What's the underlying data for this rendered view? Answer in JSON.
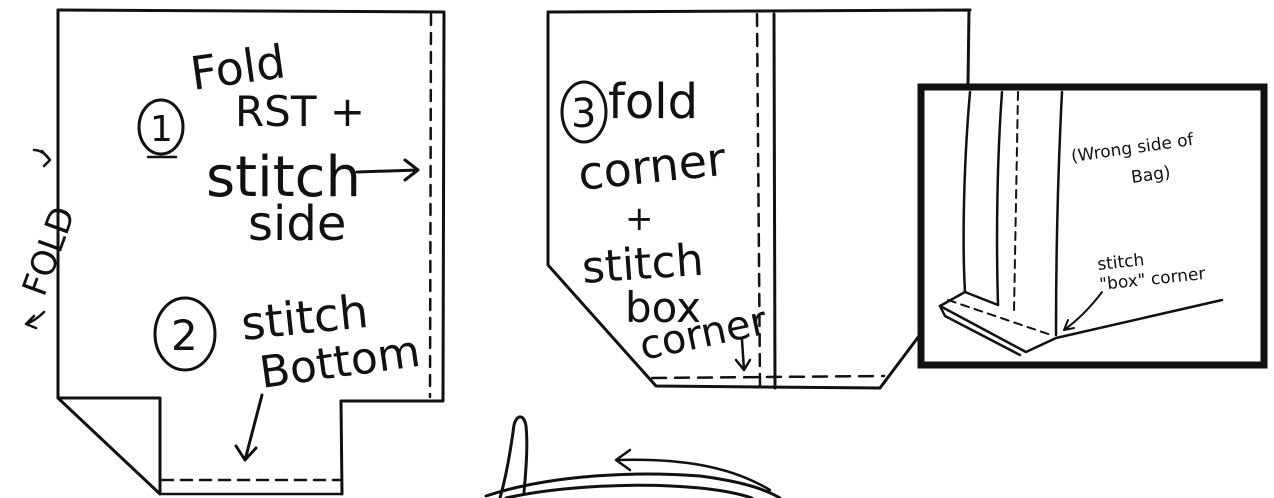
{
  "panel1": {
    "fold_side_label": "FOLD",
    "step1": {
      "number": "1",
      "lines": [
        "Fold",
        "RST +",
        "stitch",
        "side"
      ]
    },
    "step2": {
      "number": "2",
      "lines": [
        "stitch",
        "Bottom"
      ]
    }
  },
  "panel2": {
    "step3": {
      "number": "3",
      "lines": [
        "fold",
        "corner",
        "+",
        "stitch",
        "box",
        "corner"
      ]
    }
  },
  "inset": {
    "wrong_side_lines": [
      "(Wrong side of",
      "Bag)"
    ],
    "stitch_box_lines": [
      "stitch",
      "\"box\" corner"
    ]
  }
}
